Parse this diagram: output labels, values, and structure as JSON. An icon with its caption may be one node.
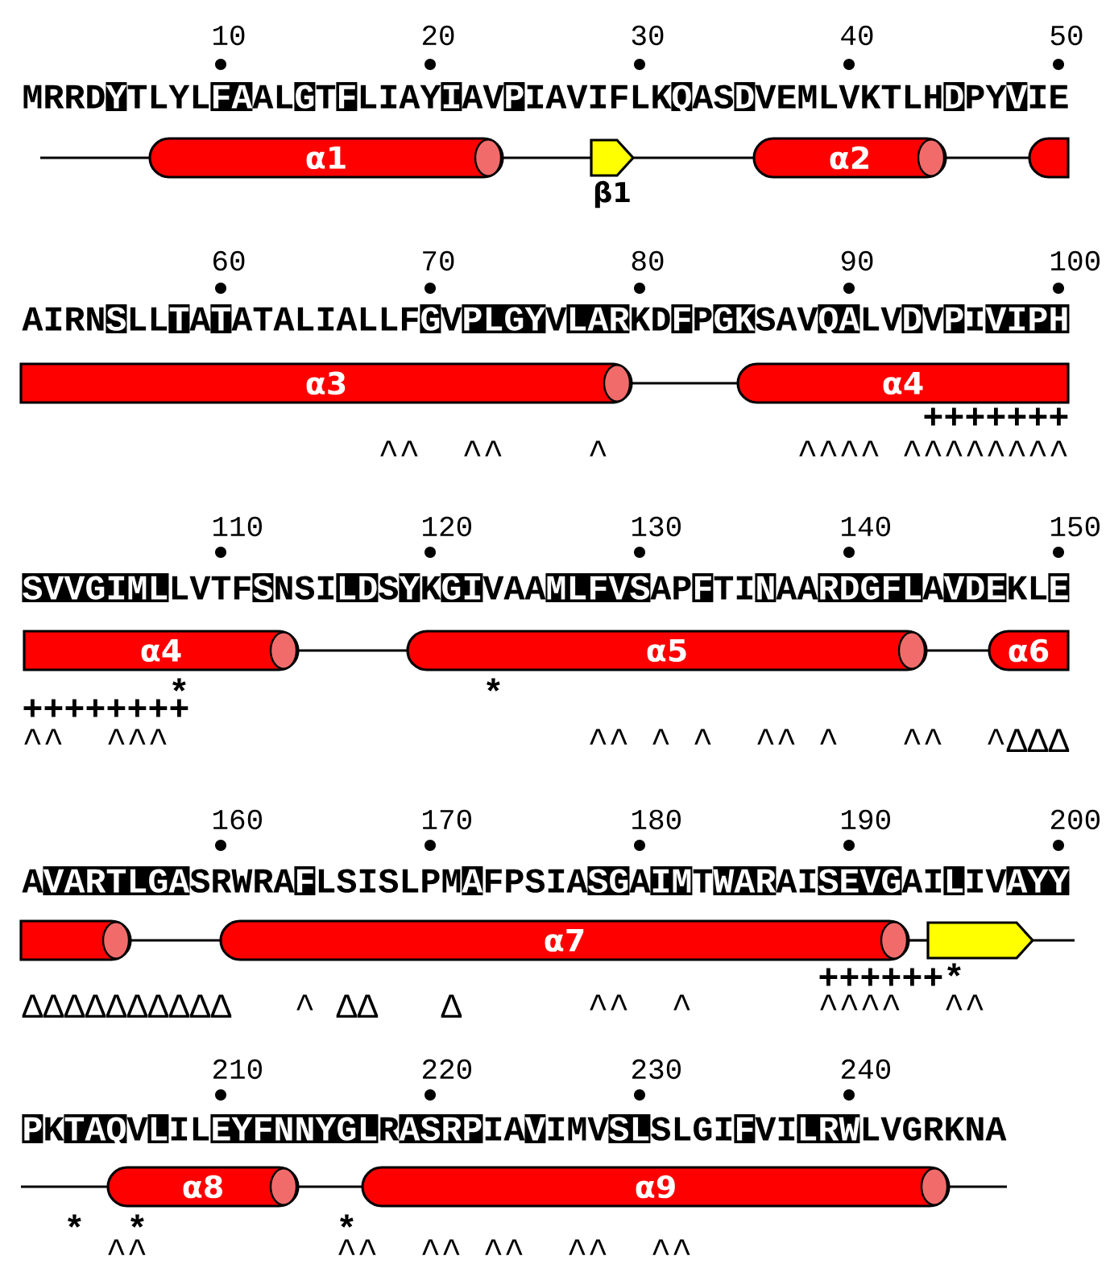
{
  "diagram": {
    "nodes": [
      {
        "text": [
          "α1"
        ]
      },
      {
        "text": [
          "β1"
        ]
      },
      {
        "text": [
          "α2"
        ]
      },
      {
        "text": [],
        "shape": "cylinder"
      },
      {
        "text": [
          "α3"
        ]
      },
      {
        "text": [
          "α4"
        ]
      },
      {
        "text": [
          "α4"
        ]
      },
      {
        "text": [
          "α5"
        ]
      },
      {
        "text": [
          "α6"
        ]
      },
      {
        "text": [],
        "shape": "cylinder"
      },
      {
        "text": [
          "α7"
        ]
      },
      {
        "text": [],
        "shape": "arrow"
      },
      {
        "text": [
          "α8"
        ]
      },
      {
        "text": [
          "α9"
        ]
      }
    ],
    "edges": [
      {
        "from": null,
        "to": 0,
        "arrow": "none"
      },
      {
        "from": 0,
        "to": 1,
        "arrow": "none"
      },
      {
        "from": 1,
        "to": 2,
        "arrow": "none"
      },
      {
        "from": 2,
        "to": 3,
        "arrow": "none"
      },
      {
        "from": 4,
        "to": 5,
        "arrow": "none"
      },
      {
        "from": 6,
        "to": 7,
        "arrow": "none"
      },
      {
        "from": 7,
        "to": 8,
        "arrow": "none"
      },
      {
        "from": 9,
        "to": 10,
        "arrow": "none"
      },
      {
        "from": 10,
        "to": 11,
        "arrow": "none"
      },
      {
        "from": 11,
        "to": null,
        "arrow": "none"
      },
      {
        "from": null,
        "to": 12,
        "arrow": "none"
      },
      {
        "from": 12,
        "to": 13,
        "arrow": "none"
      },
      {
        "from": 13,
        "to": null,
        "arrow": "none"
      }
    ],
    "labels": [
      "10",
      "20",
      "30",
      "40",
      "50",
      "MRRD",
      "Y",
      "TLYL",
      "FA",
      "AL",
      "G",
      "T",
      "F",
      "LIAY",
      "I",
      "AV",
      "P",
      "IAVIFLK",
      "Q",
      "AS",
      "D",
      "VEMLVKTLH",
      "D",
      "PY",
      "V",
      "IE",
      "60",
      "70",
      "80",
      "90",
      "100",
      "AIRN",
      "S",
      "LL",
      "T",
      "A",
      "T",
      "ATALIALLF",
      "G",
      "V",
      "PLGY",
      "V",
      "LAR",
      "KD",
      "F",
      "P",
      "GK",
      "SAV",
      "QA",
      "LV",
      "D",
      "V",
      "P",
      "I",
      "VIPH",
      "+++++++",
      "^^",
      "^^",
      "^",
      "^^^^",
      "^^^^^^^^",
      "110",
      "120",
      "130",
      "140",
      "150",
      "SVVGIML",
      "LVTF",
      "S",
      "NSI",
      "LD",
      "S",
      "Y",
      "K",
      "GI",
      "VAA",
      "MLFVS",
      "AP",
      "F",
      "TI",
      "N",
      "AA",
      "RDGFL",
      "A",
      "VDE",
      "KL",
      "E",
      "*",
      "*",
      "++++++++",
      "^^",
      "^^^",
      "^^",
      "^",
      "^",
      "^^",
      "^",
      "^^",
      "^ΔΔΔ",
      "160",
      "170",
      "180",
      "190",
      "200",
      "A",
      "VARTLGA",
      "SRWRA",
      "F",
      "LSISLPM",
      "A",
      "FPSIA",
      "SG",
      "A",
      "IM",
      "T",
      "WAR",
      "AI",
      "SEVG",
      "AI",
      "L",
      "IV",
      "AYY",
      "++++++*",
      "ΔΔΔΔΔΔΔΔΔΔ",
      "^",
      "ΔΔ",
      "Δ",
      "^^",
      "^",
      "^^^^",
      "^^",
      "210",
      "220",
      "230",
      "240",
      "P",
      "K",
      "TAQ",
      "V",
      "L",
      "IL",
      "EYFNNYGL",
      "R",
      "ASRP",
      "IA",
      "V",
      "IMV",
      "SL",
      "SLGI",
      "F",
      "VI",
      "LRW",
      "LVGRKNA",
      "*",
      "*",
      "*",
      "^^",
      "^^",
      "^^",
      "^^",
      "^^",
      "^^"
    ]
  }
}
